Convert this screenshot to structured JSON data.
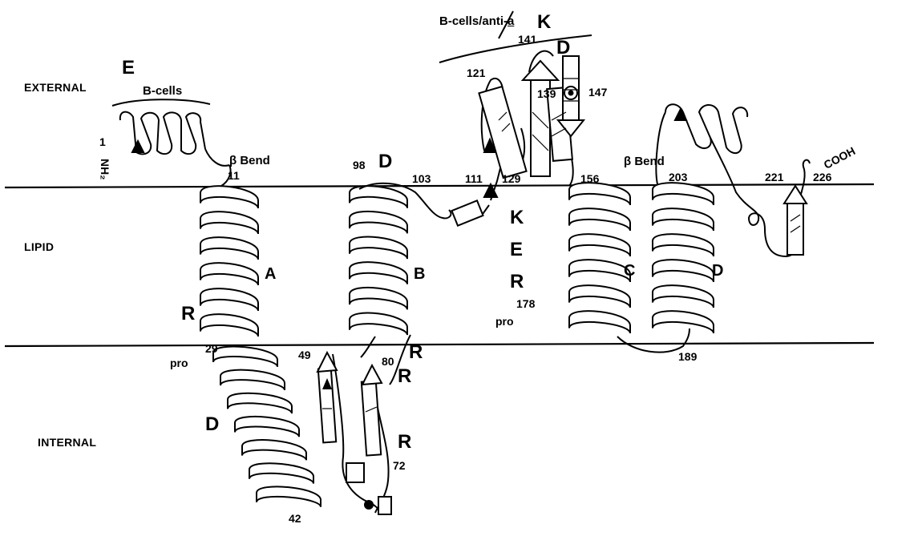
{
  "regions": {
    "external": "EXTERNAL",
    "lipid": "LIPID",
    "internal": "INTERNAL"
  },
  "epitope_labels": {
    "b_cells": "B-cells",
    "b_cells_anti_a": "B-cells/anti-a",
    "underlined_char": "a"
  },
  "helix_letters": {
    "a": "A",
    "b": "B",
    "c": "C",
    "d": "D"
  },
  "big_letters": {
    "e_top": "E",
    "k_top": "K",
    "d_top": "D",
    "d_98": "D",
    "k_lipid": "K",
    "e_lipid": "E",
    "r_lipid_right": "R",
    "r_lipid_left": "R",
    "d_internal": "D",
    "r_inner_1": "R",
    "r_inner_2": "R",
    "r_inner_3": "R"
  },
  "residues": {
    "n1": "1",
    "n11": "11",
    "n29": "29",
    "n42": "42",
    "n49": "49",
    "n72": "72",
    "n80": "80",
    "n98": "98",
    "n103": "103",
    "n111": "111",
    "n121": "121",
    "n129": "129",
    "n139": "139",
    "n141": "141",
    "n147": "147",
    "n156": "156",
    "n178": "178",
    "n189": "189",
    "n203": "203",
    "n221": "221",
    "n226": "226"
  },
  "annotations": {
    "beta_bend": "β Bend",
    "pro": "pro",
    "nh2": "NH₂",
    "cooh": "COOH"
  },
  "colors": {
    "ink": "#000000",
    "background": "#ffffff"
  }
}
